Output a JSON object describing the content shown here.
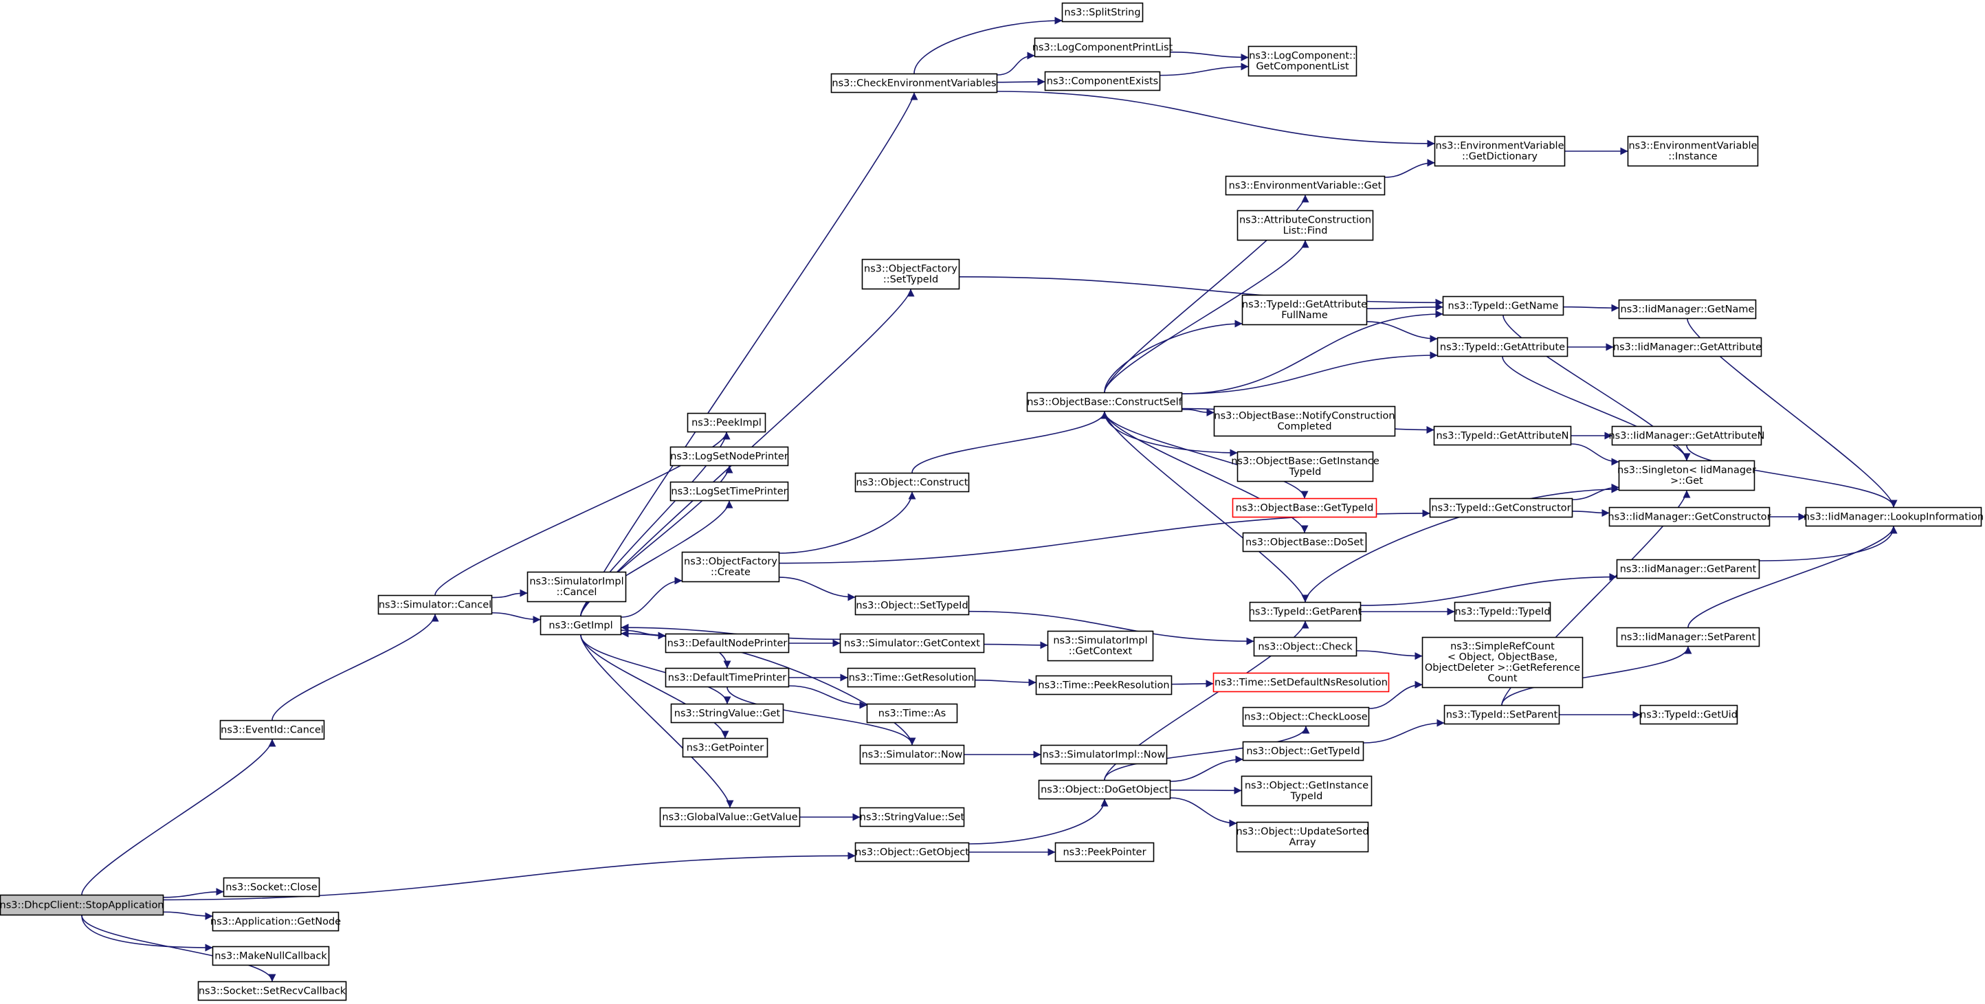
{
  "colors": {
    "edge": "#191970",
    "root_fill": "#bfbfbf",
    "node_fill": "#ffffff",
    "node_border": "#000000",
    "incomplete_border": "#ff0000"
  },
  "nodes": [
    {
      "id": "dhcp_stop",
      "lines": [
        "ns3::DhcpClient::StopApplication"
      ],
      "style": "root"
    },
    {
      "id": "eventid_cancel",
      "lines": [
        "ns3::EventId::Cancel"
      ]
    },
    {
      "id": "socket_close",
      "lines": [
        "ns3::Socket::Close"
      ]
    },
    {
      "id": "app_getnode",
      "lines": [
        "ns3::Application::GetNode"
      ]
    },
    {
      "id": "makenullcb",
      "lines": [
        "ns3::MakeNullCallback"
      ]
    },
    {
      "id": "socket_setrecv",
      "lines": [
        "ns3::Socket::SetRecvCallback"
      ]
    },
    {
      "id": "sim_cancel",
      "lines": [
        "ns3::Simulator::Cancel"
      ]
    },
    {
      "id": "simimpl_cancel",
      "lines": [
        "ns3::SimulatorImpl",
        "::Cancel"
      ]
    },
    {
      "id": "getimpl",
      "lines": [
        "ns3::GetImpl"
      ]
    },
    {
      "id": "peekimpl",
      "lines": [
        "ns3::PeekImpl"
      ]
    },
    {
      "id": "logsetnode",
      "lines": [
        "ns3::LogSetNodePrinter"
      ]
    },
    {
      "id": "logsettime",
      "lines": [
        "ns3::LogSetTimePrinter"
      ]
    },
    {
      "id": "objfactory_create",
      "lines": [
        "ns3::ObjectFactory",
        "::Create"
      ]
    },
    {
      "id": "defnodeprinter",
      "lines": [
        "ns3::DefaultNodePrinter"
      ]
    },
    {
      "id": "deftimeprinter",
      "lines": [
        "ns3::DefaultTimePrinter"
      ]
    },
    {
      "id": "stringvalue_get",
      "lines": [
        "ns3::StringValue::Get"
      ]
    },
    {
      "id": "getpointer",
      "lines": [
        "ns3::GetPointer"
      ]
    },
    {
      "id": "globalvalue_get",
      "lines": [
        "ns3::GlobalValue::GetValue"
      ]
    },
    {
      "id": "checkenv",
      "lines": [
        "ns3::CheckEnvironmentVariables"
      ]
    },
    {
      "id": "objfactory_settypeid",
      "lines": [
        "ns3::ObjectFactory",
        "::SetTypeId"
      ]
    },
    {
      "id": "object_construct",
      "lines": [
        "ns3::Object::Construct"
      ]
    },
    {
      "id": "object_settypeid",
      "lines": [
        "ns3::Object::SetTypeId"
      ]
    },
    {
      "id": "sim_getcontext",
      "lines": [
        "ns3::Simulator::GetContext"
      ]
    },
    {
      "id": "time_getres",
      "lines": [
        "ns3::Time::GetResolution"
      ]
    },
    {
      "id": "time_as",
      "lines": [
        "ns3::Time::As"
      ]
    },
    {
      "id": "sim_now",
      "lines": [
        "ns3::Simulator::Now"
      ]
    },
    {
      "id": "stringvalue_set",
      "lines": [
        "ns3::StringValue::Set"
      ]
    },
    {
      "id": "object_getobject",
      "lines": [
        "ns3::Object::GetObject"
      ]
    },
    {
      "id": "splitstring",
      "lines": [
        "ns3::SplitString"
      ]
    },
    {
      "id": "logcompprint",
      "lines": [
        "ns3::LogComponentPrintList"
      ]
    },
    {
      "id": "compexists",
      "lines": [
        "ns3::ComponentExists"
      ]
    },
    {
      "id": "objbase_constructself",
      "lines": [
        "ns3::ObjectBase::ConstructSelf"
      ]
    },
    {
      "id": "simimpl_getcontext",
      "lines": [
        "ns3::SimulatorImpl",
        "::GetContext"
      ]
    },
    {
      "id": "time_peekres",
      "lines": [
        "ns3::Time::PeekResolution"
      ]
    },
    {
      "id": "simimpl_now",
      "lines": [
        "ns3::SimulatorImpl::Now"
      ]
    },
    {
      "id": "object_dogetobject",
      "lines": [
        "ns3::Object::DoGetObject"
      ]
    },
    {
      "id": "peekpointer",
      "lines": [
        "ns3::PeekPointer"
      ]
    },
    {
      "id": "logcomp_getlist",
      "lines": [
        "ns3::LogComponent::",
        "GetComponentList"
      ]
    },
    {
      "id": "envvar_get",
      "lines": [
        "ns3::EnvironmentVariable::Get"
      ]
    },
    {
      "id": "attrconstr_find",
      "lines": [
        "ns3::AttributeConstruction",
        "List::Find"
      ]
    },
    {
      "id": "typeid_getattrfull",
      "lines": [
        "ns3::TypeId::GetAttribute",
        "FullName"
      ]
    },
    {
      "id": "objbase_notify",
      "lines": [
        "ns3::ObjectBase::NotifyConstruction",
        "Completed"
      ]
    },
    {
      "id": "objbase_getinstance",
      "lines": [
        "ns3::ObjectBase::GetInstance",
        "TypeId"
      ]
    },
    {
      "id": "objbase_gettypeid",
      "lines": [
        "ns3::ObjectBase::GetTypeId"
      ],
      "style": "red"
    },
    {
      "id": "objbase_doset",
      "lines": [
        "ns3::ObjectBase::DoSet"
      ]
    },
    {
      "id": "typeid_getparent",
      "lines": [
        "ns3::TypeId::GetParent"
      ]
    },
    {
      "id": "object_check",
      "lines": [
        "ns3::Object::Check"
      ]
    },
    {
      "id": "time_setdefault",
      "lines": [
        "ns3::Time::SetDefaultNsResolution"
      ],
      "style": "red"
    },
    {
      "id": "object_checkloose",
      "lines": [
        "ns3::Object::CheckLoose"
      ]
    },
    {
      "id": "object_gettypeid",
      "lines": [
        "ns3::Object::GetTypeId"
      ]
    },
    {
      "id": "object_getinstance",
      "lines": [
        "ns3::Object::GetInstance",
        "TypeId"
      ]
    },
    {
      "id": "object_updatesorted",
      "lines": [
        "ns3::Object::UpdateSorted",
        "Array"
      ]
    },
    {
      "id": "envvar_getdict",
      "lines": [
        "ns3::EnvironmentVariable",
        "::GetDictionary"
      ]
    },
    {
      "id": "typeid_getname",
      "lines": [
        "ns3::TypeId::GetName"
      ]
    },
    {
      "id": "typeid_getattr",
      "lines": [
        "ns3::TypeId::GetAttribute"
      ]
    },
    {
      "id": "typeid_getattrn",
      "lines": [
        "ns3::TypeId::GetAttributeN"
      ]
    },
    {
      "id": "typeid_getconstructor",
      "lines": [
        "ns3::TypeId::GetConstructor"
      ]
    },
    {
      "id": "typeid_typeid",
      "lines": [
        "ns3::TypeId::TypeId"
      ]
    },
    {
      "id": "simplerefcount",
      "lines": [
        "ns3::SimpleRefCount",
        "< Object, ObjectBase,",
        " ObjectDeleter >::GetReference",
        "Count"
      ]
    },
    {
      "id": "typeid_setparent",
      "lines": [
        "ns3::TypeId::SetParent"
      ]
    },
    {
      "id": "envvar_instance",
      "lines": [
        "ns3::EnvironmentVariable",
        "::Instance"
      ]
    },
    {
      "id": "iid_getname",
      "lines": [
        "ns3::IidManager::GetName"
      ]
    },
    {
      "id": "iid_getattr",
      "lines": [
        "ns3::IidManager::GetAttribute"
      ]
    },
    {
      "id": "iid_getattrn",
      "lines": [
        "ns3::IidManager::GetAttributeN"
      ]
    },
    {
      "id": "singleton_get",
      "lines": [
        "ns3::Singleton< IidManager",
        " >::Get"
      ]
    },
    {
      "id": "iid_getconstructor",
      "lines": [
        "ns3::IidManager::GetConstructor"
      ]
    },
    {
      "id": "iid_getparent",
      "lines": [
        "ns3::IidManager::GetParent"
      ]
    },
    {
      "id": "iid_setparent",
      "lines": [
        "ns3::IidManager::SetParent"
      ]
    },
    {
      "id": "typeid_getuid",
      "lines": [
        "ns3::TypeId::GetUid"
      ]
    },
    {
      "id": "iid_lookup",
      "lines": [
        "ns3::IidManager::LookupInformation"
      ]
    }
  ],
  "edges": [
    [
      "dhcp_stop",
      "eventid_cancel"
    ],
    [
      "dhcp_stop",
      "socket_close"
    ],
    [
      "dhcp_stop",
      "app_getnode"
    ],
    [
      "dhcp_stop",
      "makenullcb"
    ],
    [
      "dhcp_stop",
      "socket_setrecv"
    ],
    [
      "dhcp_stop",
      "object_getobject"
    ],
    [
      "eventid_cancel",
      "sim_cancel"
    ],
    [
      "sim_cancel",
      "simimpl_cancel"
    ],
    [
      "sim_cancel",
      "getimpl"
    ],
    [
      "sim_cancel",
      "peekimpl"
    ],
    [
      "getimpl",
      "peekimpl"
    ],
    [
      "getimpl",
      "logsetnode"
    ],
    [
      "getimpl",
      "logsettime"
    ],
    [
      "getimpl",
      "objfactory_create"
    ],
    [
      "getimpl",
      "defnodeprinter"
    ],
    [
      "getimpl",
      "deftimeprinter"
    ],
    [
      "getimpl",
      "stringvalue_get"
    ],
    [
      "getimpl",
      "getpointer"
    ],
    [
      "getimpl",
      "globalvalue_get"
    ],
    [
      "getimpl",
      "checkenv"
    ],
    [
      "getimpl",
      "objfactory_settypeid"
    ],
    [
      "sim_getcontext",
      "getimpl"
    ],
    [
      "sim_now",
      "getimpl"
    ],
    [
      "objfactory_create",
      "object_construct"
    ],
    [
      "objfactory_create",
      "object_settypeid"
    ],
    [
      "objfactory_create",
      "typeid_getconstructor"
    ],
    [
      "defnodeprinter",
      "sim_getcontext"
    ],
    [
      "deftimeprinter",
      "time_getres"
    ],
    [
      "deftimeprinter",
      "time_as"
    ],
    [
      "deftimeprinter",
      "sim_now"
    ],
    [
      "globalvalue_get",
      "stringvalue_set"
    ],
    [
      "checkenv",
      "splitstring"
    ],
    [
      "checkenv",
      "logcompprint"
    ],
    [
      "checkenv",
      "compexists"
    ],
    [
      "checkenv",
      "envvar_getdict"
    ],
    [
      "objfactory_settypeid",
      "typeid_getname"
    ],
    [
      "object_construct",
      "objbase_constructself"
    ],
    [
      "object_settypeid",
      "object_check"
    ],
    [
      "sim_getcontext",
      "simimpl_getcontext"
    ],
    [
      "time_getres",
      "time_peekres"
    ],
    [
      "sim_now",
      "simimpl_now"
    ],
    [
      "object_getobject",
      "object_dogetobject"
    ],
    [
      "object_getobject",
      "peekpointer"
    ],
    [
      "logcompprint",
      "logcomp_getlist"
    ],
    [
      "compexists",
      "logcomp_getlist"
    ],
    [
      "objbase_constructself",
      "envvar_get"
    ],
    [
      "objbase_constructself",
      "attrconstr_find"
    ],
    [
      "objbase_constructself",
      "typeid_getattrfull"
    ],
    [
      "objbase_constructself",
      "typeid_getname"
    ],
    [
      "objbase_constructself",
      "typeid_getattr"
    ],
    [
      "objbase_constructself",
      "typeid_getattrn"
    ],
    [
      "objbase_constructself",
      "objbase_notify"
    ],
    [
      "objbase_constructself",
      "objbase_getinstance"
    ],
    [
      "objbase_constructself",
      "objbase_gettypeid"
    ],
    [
      "objbase_constructself",
      "objbase_doset"
    ],
    [
      "objbase_constructself",
      "typeid_getparent"
    ],
    [
      "time_peekres",
      "time_setdefault"
    ],
    [
      "object_dogetobject",
      "typeid_getparent"
    ],
    [
      "object_dogetobject",
      "object_checkloose"
    ],
    [
      "object_dogetobject",
      "object_gettypeid"
    ],
    [
      "object_dogetobject",
      "object_getinstance"
    ],
    [
      "object_dogetobject",
      "object_updatesorted"
    ],
    [
      "envvar_get",
      "envvar_getdict"
    ],
    [
      "typeid_getattrfull",
      "typeid_getname"
    ],
    [
      "typeid_getattrfull",
      "typeid_getattr"
    ],
    [
      "typeid_getparent",
      "typeid_typeid"
    ],
    [
      "typeid_getparent",
      "iid_getparent"
    ],
    [
      "typeid_getparent",
      "singleton_get"
    ],
    [
      "object_check",
      "simplerefcount"
    ],
    [
      "object_checkloose",
      "simplerefcount"
    ],
    [
      "object_gettypeid",
      "typeid_setparent"
    ],
    [
      "envvar_getdict",
      "envvar_instance"
    ],
    [
      "typeid_getname",
      "iid_getname"
    ],
    [
      "typeid_getname",
      "singleton_get"
    ],
    [
      "typeid_getattr",
      "iid_getattr"
    ],
    [
      "typeid_getattr",
      "singleton_get"
    ],
    [
      "typeid_getattrn",
      "iid_getattrn"
    ],
    [
      "typeid_getattrn",
      "singleton_get"
    ],
    [
      "typeid_getconstructor",
      "iid_getconstructor"
    ],
    [
      "typeid_getconstructor",
      "singleton_get"
    ],
    [
      "typeid_setparent",
      "iid_setparent"
    ],
    [
      "typeid_setparent",
      "typeid_getuid"
    ],
    [
      "typeid_setparent",
      "singleton_get"
    ],
    [
      "iid_getname",
      "iid_lookup"
    ],
    [
      "iid_getattrn",
      "iid_lookup"
    ],
    [
      "iid_getconstructor",
      "iid_lookup"
    ],
    [
      "iid_getparent",
      "iid_lookup"
    ],
    [
      "iid_setparent",
      "iid_lookup"
    ]
  ]
}
